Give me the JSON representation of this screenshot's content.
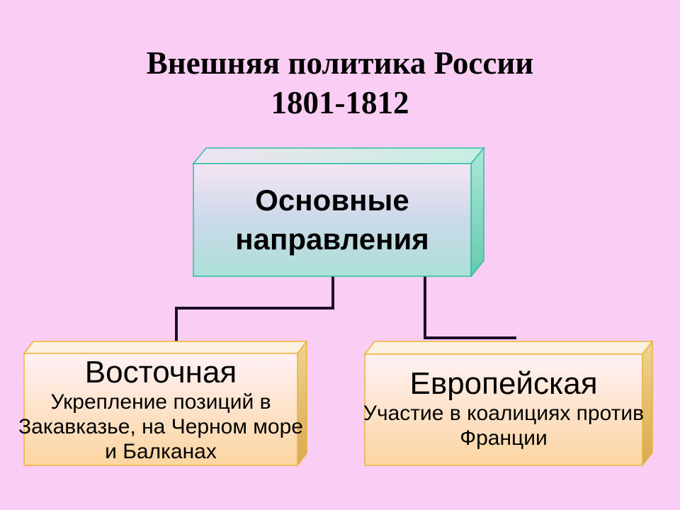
{
  "slide": {
    "background_color": "#FACEF4",
    "title": "Внешняя политика России\n1801-1812"
  },
  "diagram": {
    "connector_color": "#1D1026",
    "root": {
      "label": "Основные\nнаправления",
      "border_color": "#2DBEA3",
      "fill_top": "#F5E4F4",
      "fill_middle": "#CBD9E9",
      "fill_bottom": "#ACE0D7"
    },
    "branches": [
      {
        "id": "east",
        "title": "Восточная",
        "description": "Укрепление позиций в\nЗакавказье, на Черном море\nи Балканах",
        "border_color": "#EAB33C",
        "fill_top": "#FFF1F5",
        "fill_bottom": "#FCD5A0"
      },
      {
        "id": "europe",
        "title": "Европейская",
        "description": "Участие в коалициях против\nФранции",
        "border_color": "#EAB33C",
        "fill_top": "#FFF1F5",
        "fill_bottom": "#FCD5A0"
      }
    ]
  }
}
